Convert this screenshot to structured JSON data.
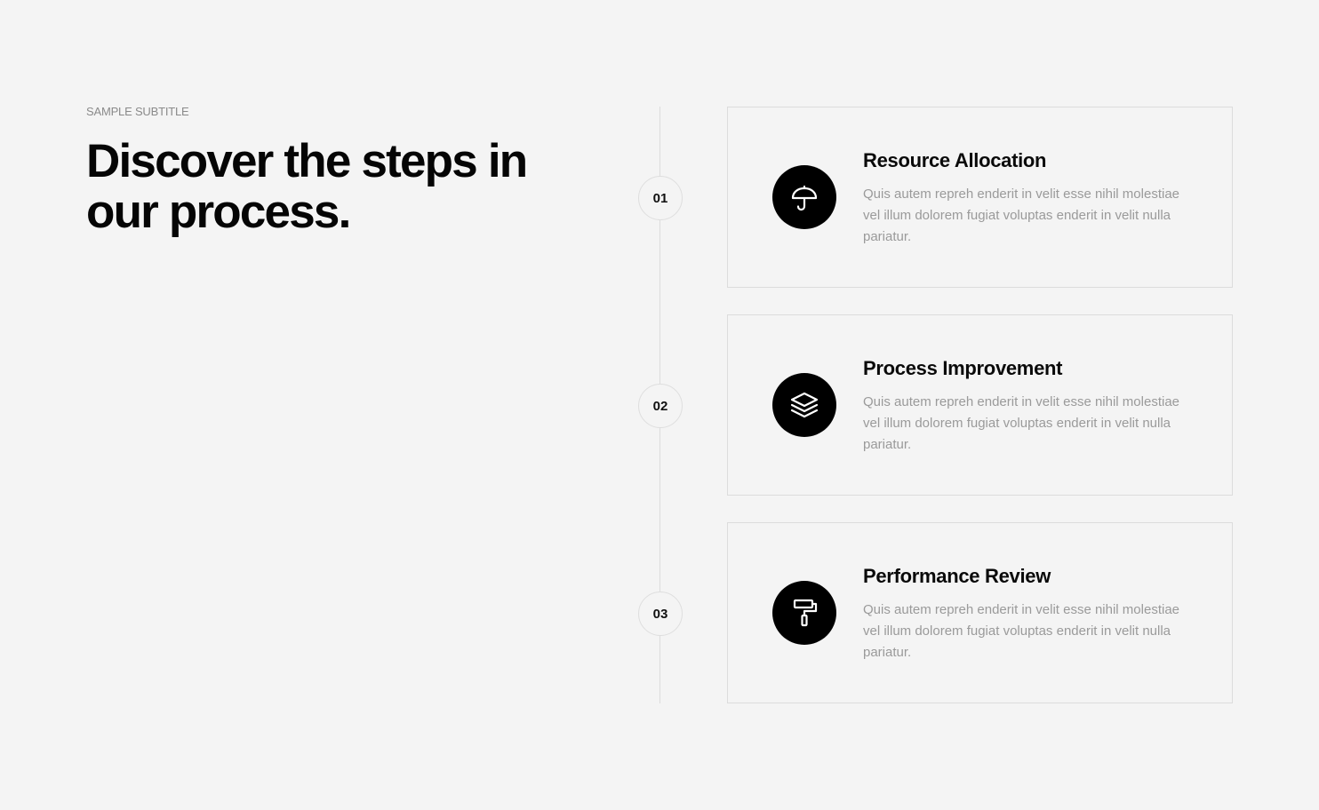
{
  "header": {
    "subtitle": "SAMPLE SUBTITLE",
    "title": "Discover the steps in our process."
  },
  "steps": [
    {
      "number": "01",
      "icon": "umbrella-icon",
      "title": "Resource Allocation",
      "text": "Quis autem repreh enderit in velit esse nihil molestiae vel illum dolorem fugiat voluptas enderit in velit nulla pariatur."
    },
    {
      "number": "02",
      "icon": "layers-icon",
      "title": "Process Improvement",
      "text": "Quis autem repreh enderit in velit esse nihil molestiae vel illum dolorem fugiat voluptas enderit in velit nulla pariatur."
    },
    {
      "number": "03",
      "icon": "paint-roller-icon",
      "title": "Performance Review",
      "text": "Quis autem repreh enderit in velit esse nihil molestiae vel illum dolorem fugiat voluptas enderit in velit nulla pariatur."
    }
  ],
  "colors": {
    "background": "#f4f4f4",
    "icon_circle": "#000000",
    "heading": "#050505",
    "muted_text": "#9a9a9a",
    "border": "#dcdcdc"
  }
}
